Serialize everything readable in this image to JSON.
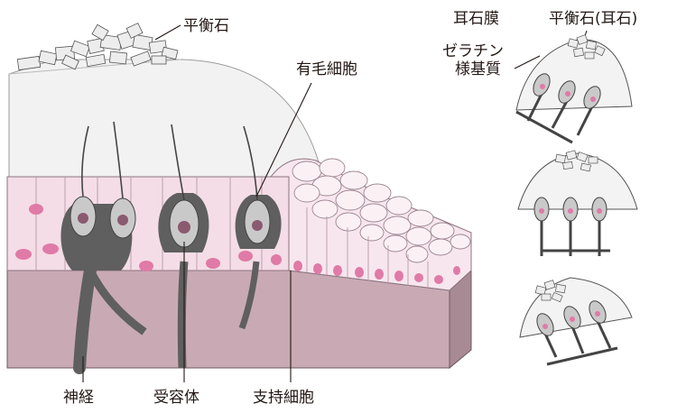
{
  "labels": {
    "otolith": "平衡石",
    "hair_cell": "有毛細胞",
    "nerve": "神経",
    "receptor": "受容体",
    "supporting_cell": "支持細胞",
    "otolithic_membrane": "耳石膜",
    "otolith_paren": "平衡石(耳石)",
    "gelatin_line1": "ゼラチン",
    "gelatin_line2": "様基質"
  },
  "colors": {
    "pink_light": "#f4dde6",
    "pink_mid": "#ecc9d6",
    "nucleus": "#e07aa7",
    "base_mauve": "#c9aab4",
    "base_dark": "#a88a95",
    "hair_cell_fill": "#c9c9c9",
    "hair_cell_dark": "#5f5f5f",
    "hair_nucleus": "#8a5a70",
    "gel_fill": "#f3f3f3",
    "line": "#231815"
  },
  "views": [
    "neutral",
    "tilt-left",
    "tilt-right"
  ]
}
